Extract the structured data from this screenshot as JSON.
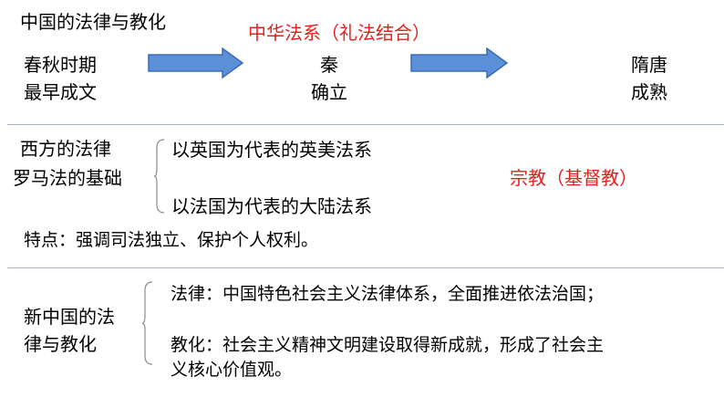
{
  "colors": {
    "accent_red": "#e3201b",
    "arrow_fill": "#5b8fd8",
    "arrow_stroke": "#3b6cb7",
    "divider": "#aab3c5"
  },
  "china": {
    "title": "中国的法律与教化",
    "system": "中华法系（礼法结合）",
    "stages": [
      {
        "line1": "春秋时期",
        "line2": "最早成文"
      },
      {
        "line1": "秦",
        "line2": "确立"
      },
      {
        "line1": "隋唐",
        "line2": "成熟"
      }
    ]
  },
  "west": {
    "title_line1": "西方的法律",
    "title_line2": "罗马法的基础",
    "branch1": "以英国为代表的英美法系",
    "branch2": "以法国为代表的大陆法系",
    "religion": "宗教（基督教）",
    "feature": "特点：强调司法独立、保护个人权利。"
  },
  "new_china": {
    "title_line1": "新中国的法",
    "title_line2": "律与教化",
    "law": "法律：中国特色社会主义法律体系，全面推进依法治国；",
    "education_line1": "教化：社会主义精神文明建设取得新成就，形成了社会主",
    "education_line2": "义核心价值观。"
  }
}
